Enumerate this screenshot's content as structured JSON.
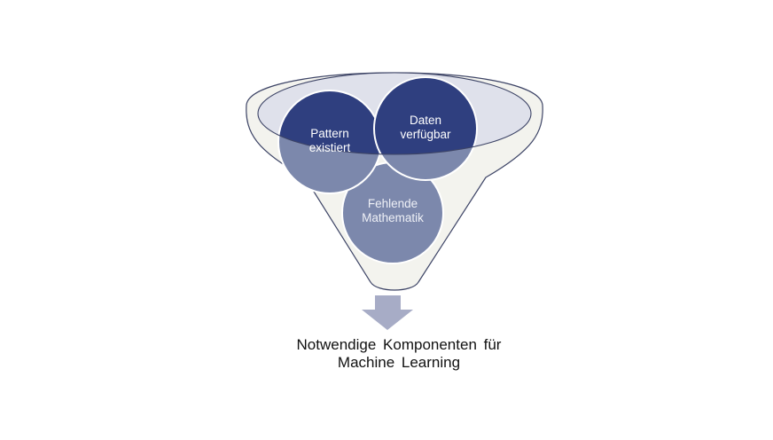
{
  "diagram": {
    "type": "funnel",
    "circles": [
      {
        "label": "Pattern\nexistiert",
        "position": "top-left"
      },
      {
        "label": "Daten\nverfügbar",
        "position": "top-right"
      },
      {
        "label": "Fehlende\nMathematik",
        "position": "bottom"
      }
    ],
    "arrow": "down-arrow",
    "caption_line1": "Notwendige  Komponenten  für",
    "caption_line2": "Machine Learning",
    "colors": {
      "circle_dark": "#2f3f7f",
      "circle_light": "#7c88ac",
      "funnel_fill": "#f3f3ee",
      "funnel_rim_fill": "#dfe1eb",
      "funnel_outline": "#3d4466",
      "arrow": "#a7acc6"
    }
  }
}
